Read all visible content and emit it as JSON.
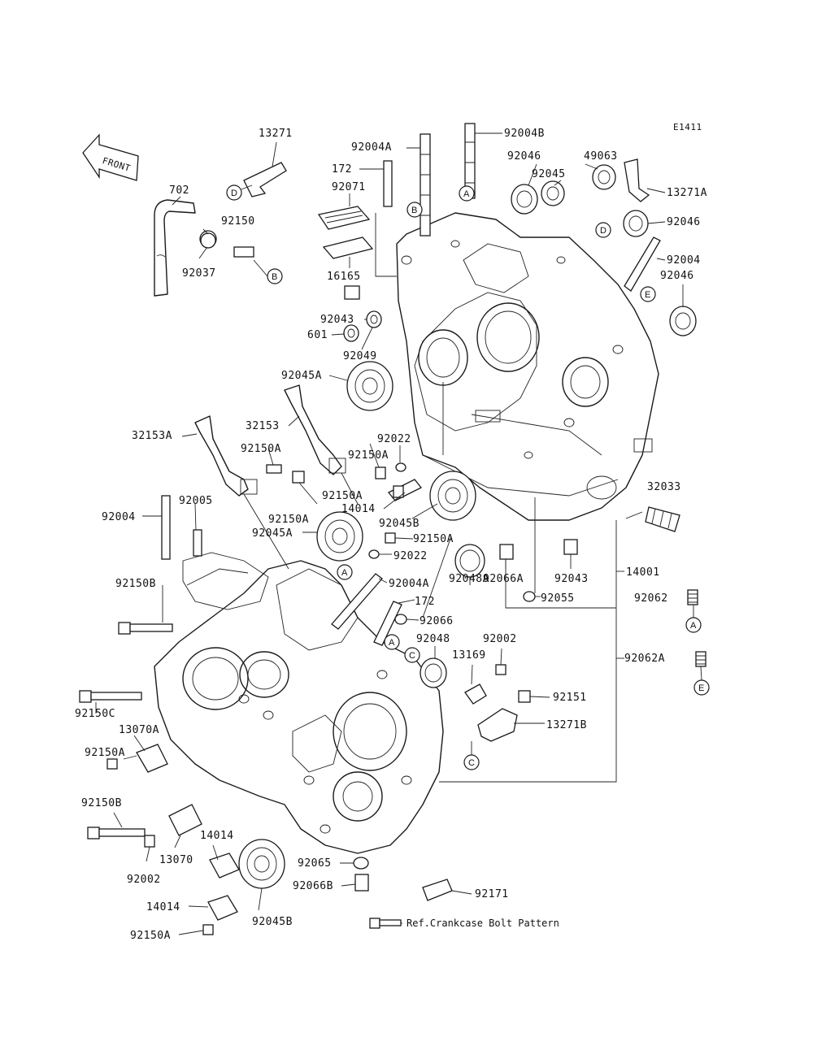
{
  "diagram": {
    "code": "E1411",
    "direction_label": "FRONT",
    "footer_reference": "Ref.Crankcase Bolt Pattern",
    "callouts": [
      "A",
      "B",
      "C",
      "D",
      "E"
    ],
    "labels": [
      {
        "id": "l13271",
        "text": "13271"
      },
      {
        "id": "l702",
        "text": "702"
      },
      {
        "id": "l92150",
        "text": "92150"
      },
      {
        "id": "l92037",
        "text": "92037"
      },
      {
        "id": "l92004A_top",
        "text": "92004A"
      },
      {
        "id": "l92004B",
        "text": "92004B"
      },
      {
        "id": "l172_top",
        "text": "172"
      },
      {
        "id": "l92071",
        "text": "92071"
      },
      {
        "id": "l16165",
        "text": "16165"
      },
      {
        "id": "l92046_a",
        "text": "92046"
      },
      {
        "id": "l49063",
        "text": "49063"
      },
      {
        "id": "l92045",
        "text": "92045"
      },
      {
        "id": "l13271A",
        "text": "13271A"
      },
      {
        "id": "l92046_b",
        "text": "92046"
      },
      {
        "id": "l92004_r",
        "text": "92004"
      },
      {
        "id": "l92046_c",
        "text": "92046"
      },
      {
        "id": "l92043_a",
        "text": "92043"
      },
      {
        "id": "l601",
        "text": "601"
      },
      {
        "id": "l92049",
        "text": "92049"
      },
      {
        "id": "l92045A_top",
        "text": "92045A"
      },
      {
        "id": "l32153A",
        "text": "32153A"
      },
      {
        "id": "l32153",
        "text": "32153"
      },
      {
        "id": "l92150A_1",
        "text": "92150A"
      },
      {
        "id": "l92022_a",
        "text": "92022"
      },
      {
        "id": "l92150A_2",
        "text": "92150A"
      },
      {
        "id": "l92005",
        "text": "92005"
      },
      {
        "id": "l92004_l",
        "text": "92004"
      },
      {
        "id": "l92150A_3",
        "text": "92150A"
      },
      {
        "id": "l14014_a",
        "text": "14014"
      },
      {
        "id": "l92150A_4",
        "text": "92150A"
      },
      {
        "id": "l92045B_a",
        "text": "92045B"
      },
      {
        "id": "l32033",
        "text": "32033"
      },
      {
        "id": "l92045A_mid",
        "text": "92045A"
      },
      {
        "id": "l92150A_5",
        "text": "92150A"
      },
      {
        "id": "l92022_b",
        "text": "92022"
      },
      {
        "id": "l92150B_a",
        "text": "92150B"
      },
      {
        "id": "l92004A_mid",
        "text": "92004A"
      },
      {
        "id": "l172_mid",
        "text": "172"
      },
      {
        "id": "l92048A",
        "text": "92048A"
      },
      {
        "id": "l92066A",
        "text": "92066A"
      },
      {
        "id": "l92043_b",
        "text": "92043"
      },
      {
        "id": "l14001",
        "text": "14001"
      },
      {
        "id": "l92055",
        "text": "92055"
      },
      {
        "id": "l92062",
        "text": "92062"
      },
      {
        "id": "l92066",
        "text": "92066"
      },
      {
        "id": "l92048",
        "text": "92048"
      },
      {
        "id": "l92002_a",
        "text": "92002"
      },
      {
        "id": "l13169",
        "text": "13169"
      },
      {
        "id": "l92062A",
        "text": "92062A"
      },
      {
        "id": "l92150C",
        "text": "92150C"
      },
      {
        "id": "l13070A",
        "text": "13070A"
      },
      {
        "id": "l92151",
        "text": "92151"
      },
      {
        "id": "l13271B",
        "text": "13271B"
      },
      {
        "id": "l92150A_6",
        "text": "92150A"
      },
      {
        "id": "l92150B_b",
        "text": "92150B"
      },
      {
        "id": "l14014_b",
        "text": "14014"
      },
      {
        "id": "l13070",
        "text": "13070"
      },
      {
        "id": "l92002_b",
        "text": "92002"
      },
      {
        "id": "l92065",
        "text": "92065"
      },
      {
        "id": "l92066B",
        "text": "92066B"
      },
      {
        "id": "l92171",
        "text": "92171"
      },
      {
        "id": "l14014_c",
        "text": "14014"
      },
      {
        "id": "l92045B_b",
        "text": "92045B"
      },
      {
        "id": "l92150A_7",
        "text": "92150A"
      }
    ]
  }
}
